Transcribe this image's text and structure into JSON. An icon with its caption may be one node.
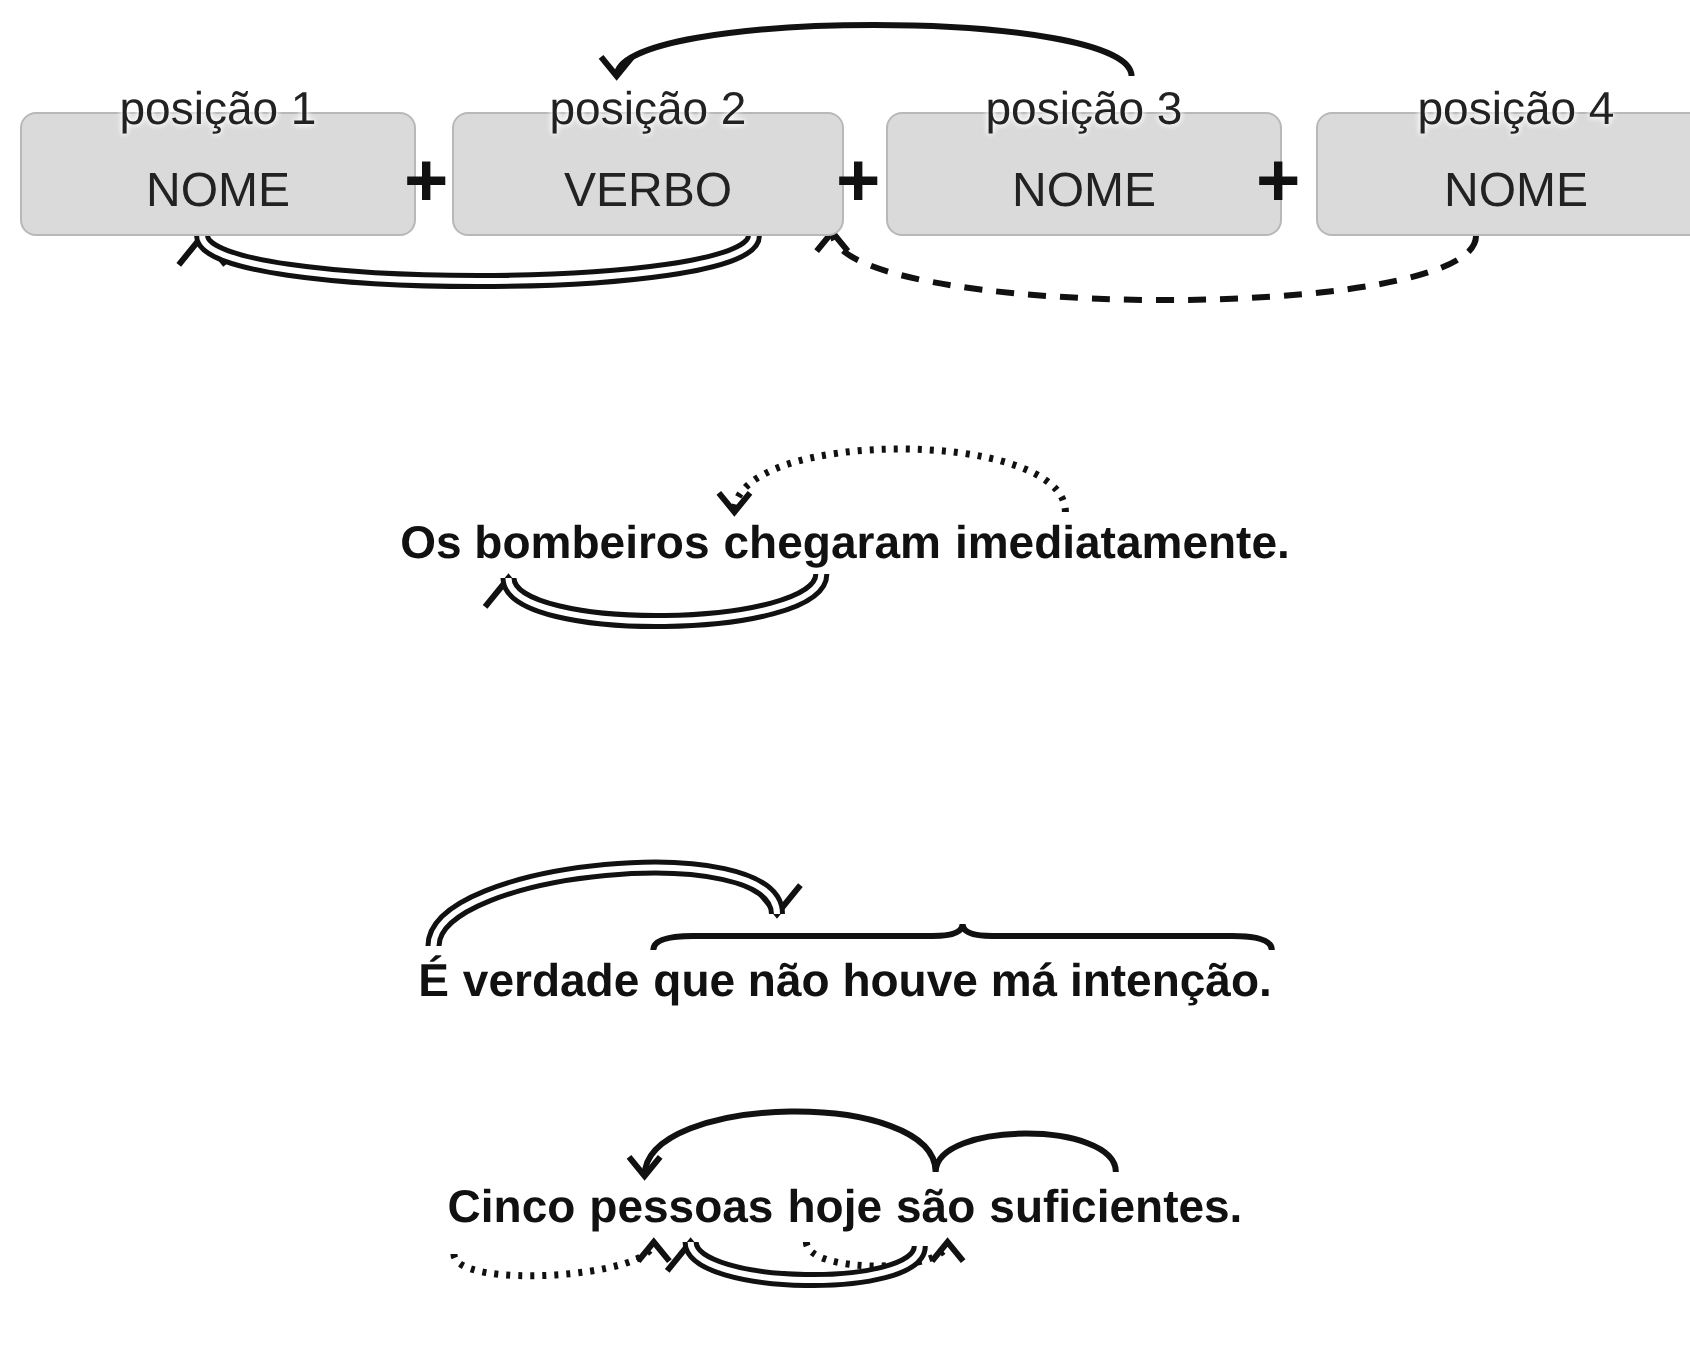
{
  "diagram": {
    "nodes": [
      {
        "text": [
          "posição 1",
          "NOME"
        ]
      },
      {
        "text": [
          "posição 2",
          "VERBO"
        ]
      },
      {
        "text": [
          "posição 3",
          "NOME"
        ]
      },
      {
        "text": [
          "posição 4",
          "NOME"
        ]
      },
      {
        "text": [
          "Os bombeiros"
        ]
      },
      {
        "text": [
          "chegaram"
        ]
      },
      {
        "text": [
          "imediatamente."
        ]
      },
      {
        "text": [
          "É"
        ]
      },
      {
        "text": [
          "verdade"
        ]
      },
      {
        "text": [
          "que não houve má intenção."
        ]
      },
      {
        "text": [
          "Cinco"
        ]
      },
      {
        "text": [
          "pessoas"
        ]
      },
      {
        "text": [
          "hoje"
        ]
      },
      {
        "text": [
          "são"
        ]
      },
      {
        "text": [
          "suficientes."
        ]
      }
    ],
    "edges": [
      {
        "from": 2,
        "to": 1,
        "arrow": "to"
      },
      {
        "from": 1,
        "to": 0,
        "arrow": "to",
        "style": "thick"
      },
      {
        "from": 3,
        "to": 1,
        "arrow": "to",
        "style": "dashed"
      },
      {
        "from": 6,
        "to": 5,
        "arrow": "to",
        "style": "dashed"
      },
      {
        "from": 5,
        "to": 4,
        "arrow": "to",
        "style": "thick"
      },
      {
        "from": 7,
        "to": 9,
        "arrow": "to",
        "style": "thick"
      },
      {
        "from": 14,
        "to": 11,
        "arrow": "to"
      },
      {
        "from": 10,
        "to": 11,
        "arrow": "to",
        "style": "dashed"
      },
      {
        "from": 12,
        "to": 13,
        "arrow": "to",
        "style": "dashed"
      },
      {
        "from": 13,
        "to": 11,
        "arrow": "to",
        "style": "thick"
      }
    ],
    "labels": [
      "+",
      "+",
      "+"
    ]
  }
}
